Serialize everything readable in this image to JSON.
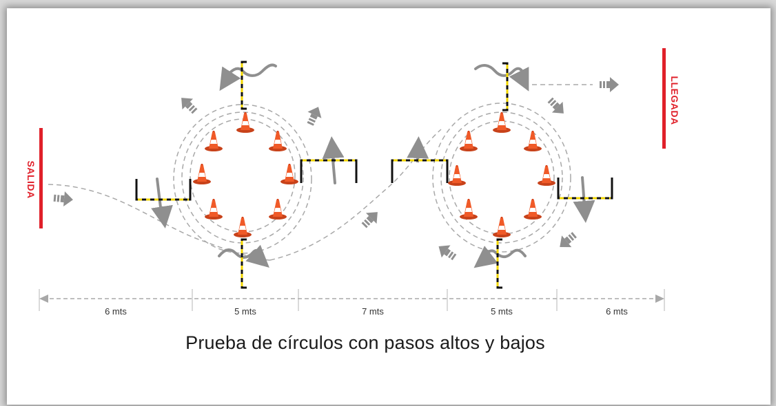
{
  "labels": {
    "start": "SALIDA",
    "finish": "LLEGADA",
    "title": "Prueba de círculos con pasos altos y bajos"
  },
  "segments": [
    "6 mts",
    "5 mts",
    "7 mts",
    "5 mts",
    "6 mts"
  ],
  "colors": {
    "accent_red": "#e0202a",
    "path_gray": "#a8a8a8",
    "arrow_gray": "#8f8f8f",
    "cone_orange": "#f05a28",
    "barrier_yellow": "#f2d600",
    "barrier_black": "#111111"
  },
  "icons": [
    "traffic-cone-icon",
    "arrow-icon",
    "barrier-icon"
  ]
}
